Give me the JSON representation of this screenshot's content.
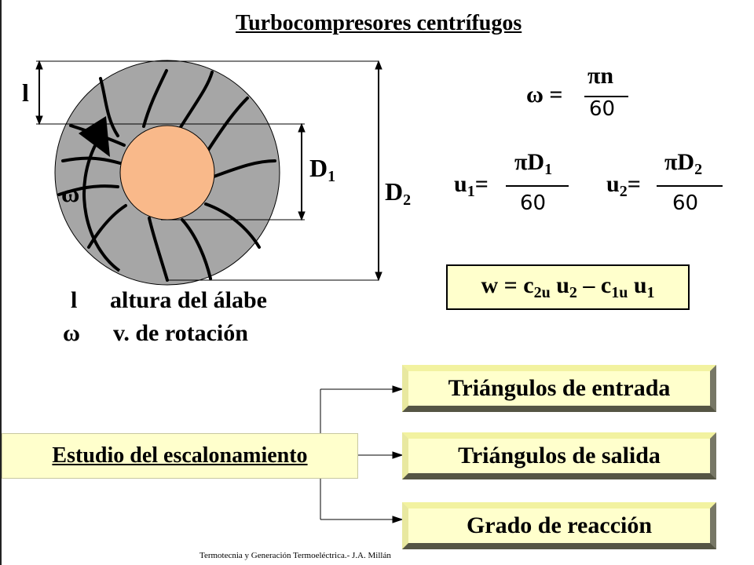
{
  "title": "Turbocompresores centrífugos",
  "diagram": {
    "label_l": "l",
    "label_omega": "ω",
    "label_D1": "D",
    "label_D1_sub": "1",
    "label_D2": "D",
    "label_D2_sub": "2",
    "colors": {
      "disk": "#a6a6a6",
      "hub": "#f9b98a"
    }
  },
  "formulas": {
    "omega": {
      "lhs": "ω =",
      "num": "πn",
      "den": "60"
    },
    "u1": {
      "lhs": "u",
      "lhs_sub": "1",
      "eq": "=",
      "num": "πD",
      "num_sub": "1",
      "den": "60"
    },
    "u2": {
      "lhs": "u",
      "lhs_sub": "2",
      "eq": "=",
      "num": "πD",
      "num_sub": "2",
      "den": "60"
    },
    "work": "w = c2u u2 – c1u u1"
  },
  "legend": [
    {
      "symbol": "l",
      "text": "altura del álabe"
    },
    {
      "symbol": "ω",
      "text": "v. de rotación"
    }
  ],
  "study": {
    "root": "Estudio del escalonamiento",
    "branches": [
      "Triángulos de entrada",
      "Triángulos de salida",
      "Grado de reacción"
    ]
  },
  "footer": "Termotecnia y Generación Termoeléctrica.- J.A. Millán"
}
